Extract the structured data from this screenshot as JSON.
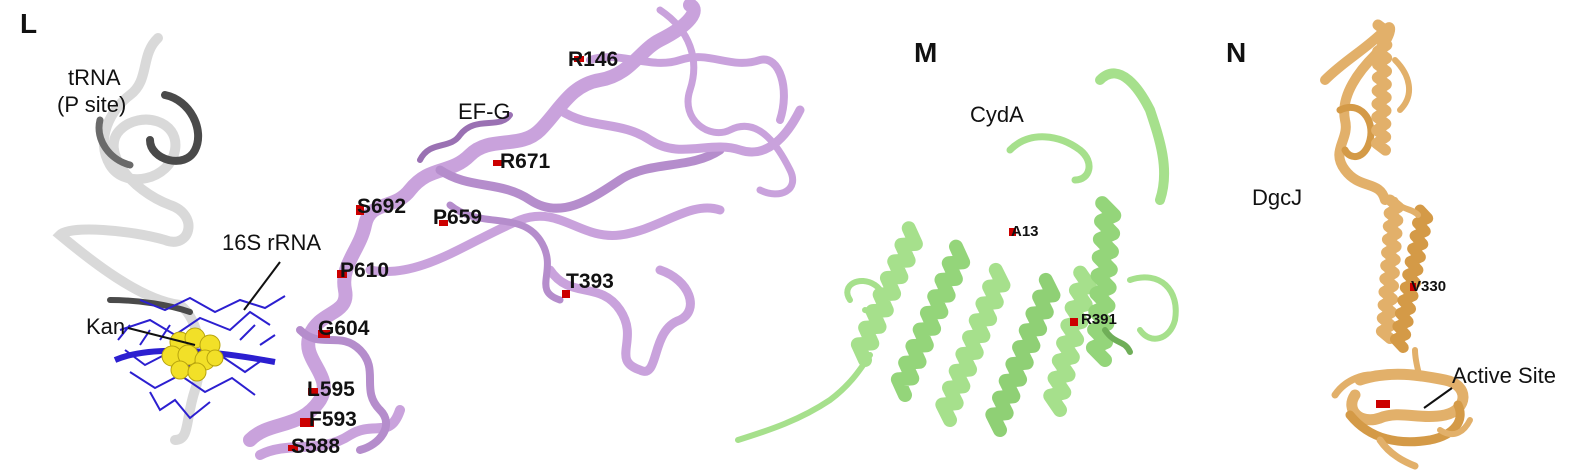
{
  "panels": [
    {
      "letter": "L",
      "labels": {
        "trna_line1": "tRNA",
        "trna_line2": "(P site)",
        "rrna": "16S rRNA",
        "kan": "Kan",
        "efg": "EF-G"
      },
      "residues": [
        "R146",
        "R671",
        "S692",
        "P659",
        "P610",
        "T393",
        "G604",
        "L595",
        "F593",
        "S588"
      ]
    },
    {
      "letter": "M",
      "labels": {
        "cyda": "CydA"
      },
      "residues": [
        "A13",
        "R391"
      ]
    },
    {
      "letter": "N",
      "labels": {
        "dgcj": "DgcJ",
        "active_site": "Active Site"
      },
      "residues": [
        "V330"
      ]
    }
  ],
  "colors": {
    "efg": "#c9a2dc",
    "efg_dark": "#9a71b3",
    "cyda": "#a6e08c",
    "cyda_dark": "#6fae58",
    "dgcj": "#e2b06a",
    "dgcj_dark": "#b47f34",
    "trna_light": "#d9d9d9",
    "trna_dark": "#4a4a4a",
    "rrna": "#2c1fd0",
    "kan": "#f2e028",
    "mutation": "#cc0000"
  }
}
